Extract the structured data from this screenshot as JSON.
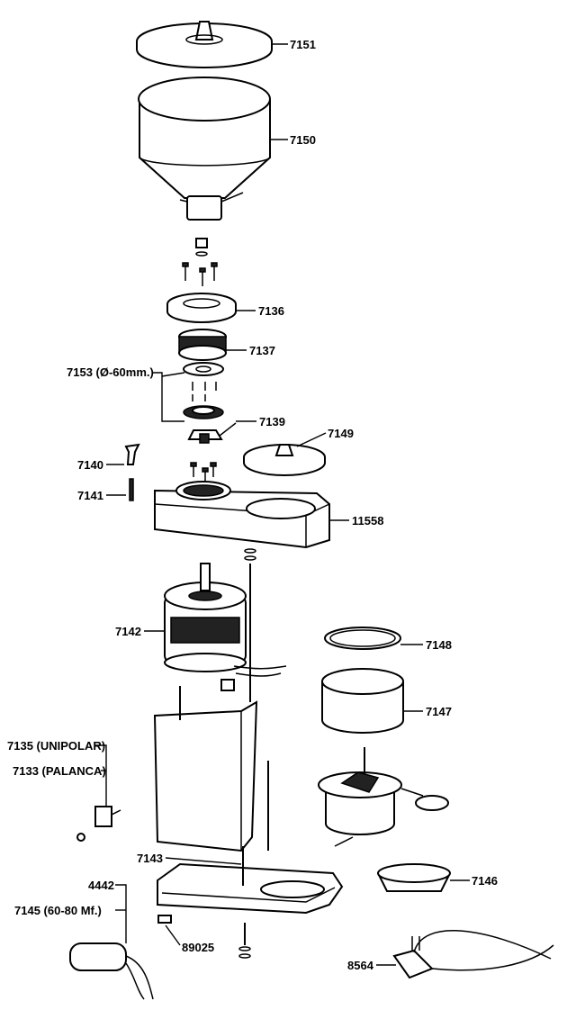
{
  "labels": {
    "p7151": "7151",
    "p7150": "7150",
    "p7136": "7136",
    "p7137": "7137",
    "p7153": "7153 (Ø-60mm.)",
    "p7139": "7139",
    "p7149": "7149",
    "p7140": "7140",
    "p7141": "7141",
    "p11558": "11558",
    "p7142": "7142",
    "p7148": "7148",
    "p7147": "7147",
    "p7135": "7135 (UNIPOLAR)",
    "p7133": "7133 (PALANCA)",
    "p7143": "7143",
    "p7146": "7146",
    "p4442": "4442",
    "p7145": "7145 (60-80 Mf.)",
    "p89025": "89025",
    "p8564": "8564"
  }
}
